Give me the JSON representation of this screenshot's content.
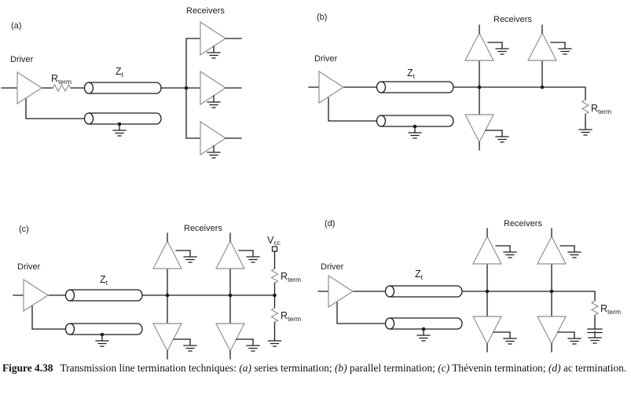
{
  "figure": {
    "panel_a": {
      "tag": "(a)",
      "receivers_label": "Receivers",
      "driver_label": "Driver",
      "line_impedance": {
        "base": "Z",
        "sub": "t"
      },
      "series_resistor": {
        "base": "R",
        "sub": "term"
      }
    },
    "panel_b": {
      "tag": "(b)",
      "receivers_label": "Receivers",
      "driver_label": "Driver",
      "line_impedance": {
        "base": "Z",
        "sub": "t"
      },
      "termination_resistor": {
        "base": "R",
        "sub": "term"
      }
    },
    "panel_c": {
      "tag": "(c)",
      "receivers_label": "Receivers",
      "driver_label": "Driver",
      "line_impedance": {
        "base": "Z",
        "sub": "t"
      },
      "supply_label": {
        "base": "V",
        "sub": "cc"
      },
      "pullup_resistor": {
        "base": "R",
        "sub": "term"
      },
      "pulldown_resistor": {
        "base": "R",
        "sub": "term"
      }
    },
    "panel_d": {
      "tag": "(d)",
      "receivers_label": "Receivers",
      "driver_label": "Driver",
      "line_impedance": {
        "base": "Z",
        "sub": "t"
      },
      "termination_resistor": {
        "base": "R",
        "sub": "term"
      }
    },
    "caption": {
      "figure_label": "Figure 4.38",
      "parts": [
        "Transmission line termination techniques: ",
        "(a)",
        " series termination; ",
        "(b)",
        " parallel termination; ",
        "(c)",
        " Thévenin termination; ",
        "(d)",
        " ac termination."
      ]
    }
  }
}
